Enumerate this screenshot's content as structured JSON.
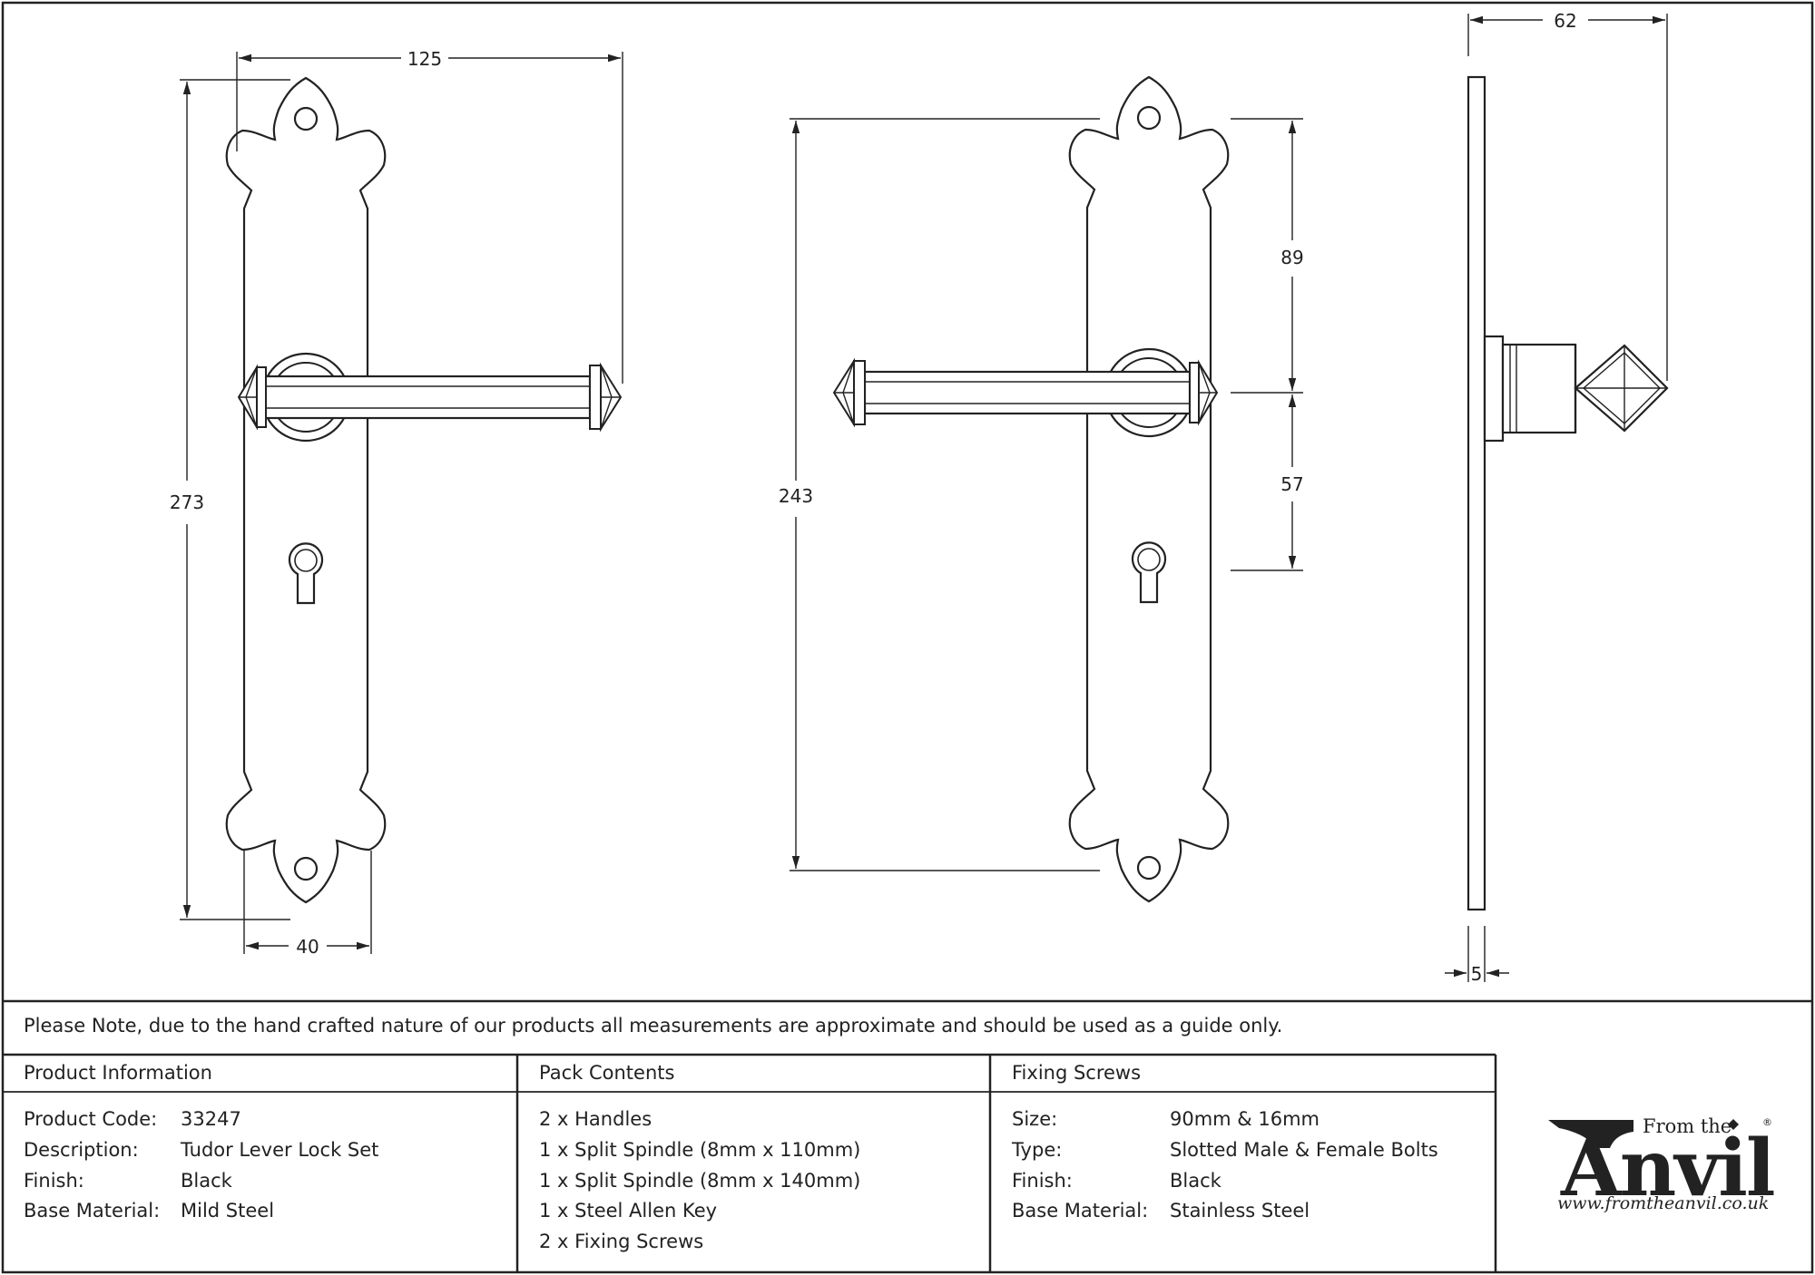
{
  "dimensions": {
    "front_width": "125",
    "front_height": "273",
    "front_plate_width": "40",
    "fixing_centres": "243",
    "upper_to_lever": "89",
    "lever_to_keyhole": "57",
    "projection": "62",
    "plate_thickness": "5"
  },
  "note": "Please Note, due to the hand crafted nature of our products all measurements are approximate and should be used as a guide only.",
  "product_information": {
    "title": "Product Information",
    "rows": [
      {
        "label": "Product Code:",
        "value": "33247"
      },
      {
        "label": "Description:",
        "value": "Tudor Lever Lock Set"
      },
      {
        "label": "Finish:",
        "value": "Black"
      },
      {
        "label": "Base Material:",
        "value": "Mild Steel"
      }
    ]
  },
  "pack_contents": {
    "title": "Pack Contents",
    "items": [
      "2 x Handles",
      "1 x Split Spindle (8mm x 110mm)",
      "1 x Split Spindle (8mm x 140mm)",
      "1 x Steel Allen Key",
      "2 x Fixing Screws"
    ]
  },
  "fixing_screws": {
    "title": "Fixing Screws",
    "rows": [
      {
        "label": "Size:",
        "value": "90mm & 16mm"
      },
      {
        "label": "Type:",
        "value": "Slotted Male & Female Bolts"
      },
      {
        "label": "Finish:",
        "value": "Black"
      },
      {
        "label": "Base Material:",
        "value": "Stainless Steel"
      }
    ]
  },
  "logo": {
    "from_the": "From the",
    "brand": "Anvil",
    "registered": "®",
    "url": "www.fromtheanvil.co.uk"
  },
  "colors": {
    "line": "#222222",
    "background": "#ffffff"
  }
}
